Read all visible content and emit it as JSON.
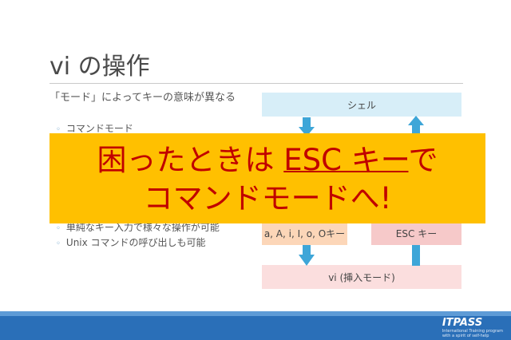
{
  "slide": {
    "title": "vi の操作",
    "intro": "「モード」によってキーの意味が異なる",
    "bullets": [
      "コマンドモード",
      "単純なキー入力で様々な操作が可能",
      "Unix コマンドの呼び出しも可能"
    ]
  },
  "diagram": {
    "shell": "シェル",
    "enter_keys": "a, A, i, I, o, Oキー",
    "esc_key": "ESC キー",
    "insert_mode": "vi (挿入モード)"
  },
  "callout": {
    "line1_pre": "困ったときは ",
    "line1_esc": "ESC キー",
    "line1_post": "で",
    "line2": "コマンドモードへ!"
  },
  "footer": {
    "logo": "ITPASS",
    "tagline1": "International Training program",
    "tagline2": "with a spirit of self-help"
  },
  "colors": {
    "callout_bg": "#ffc000",
    "callout_text": "#c00000",
    "arrow": "#3ea6d8",
    "footer": "#2a6fb8"
  }
}
